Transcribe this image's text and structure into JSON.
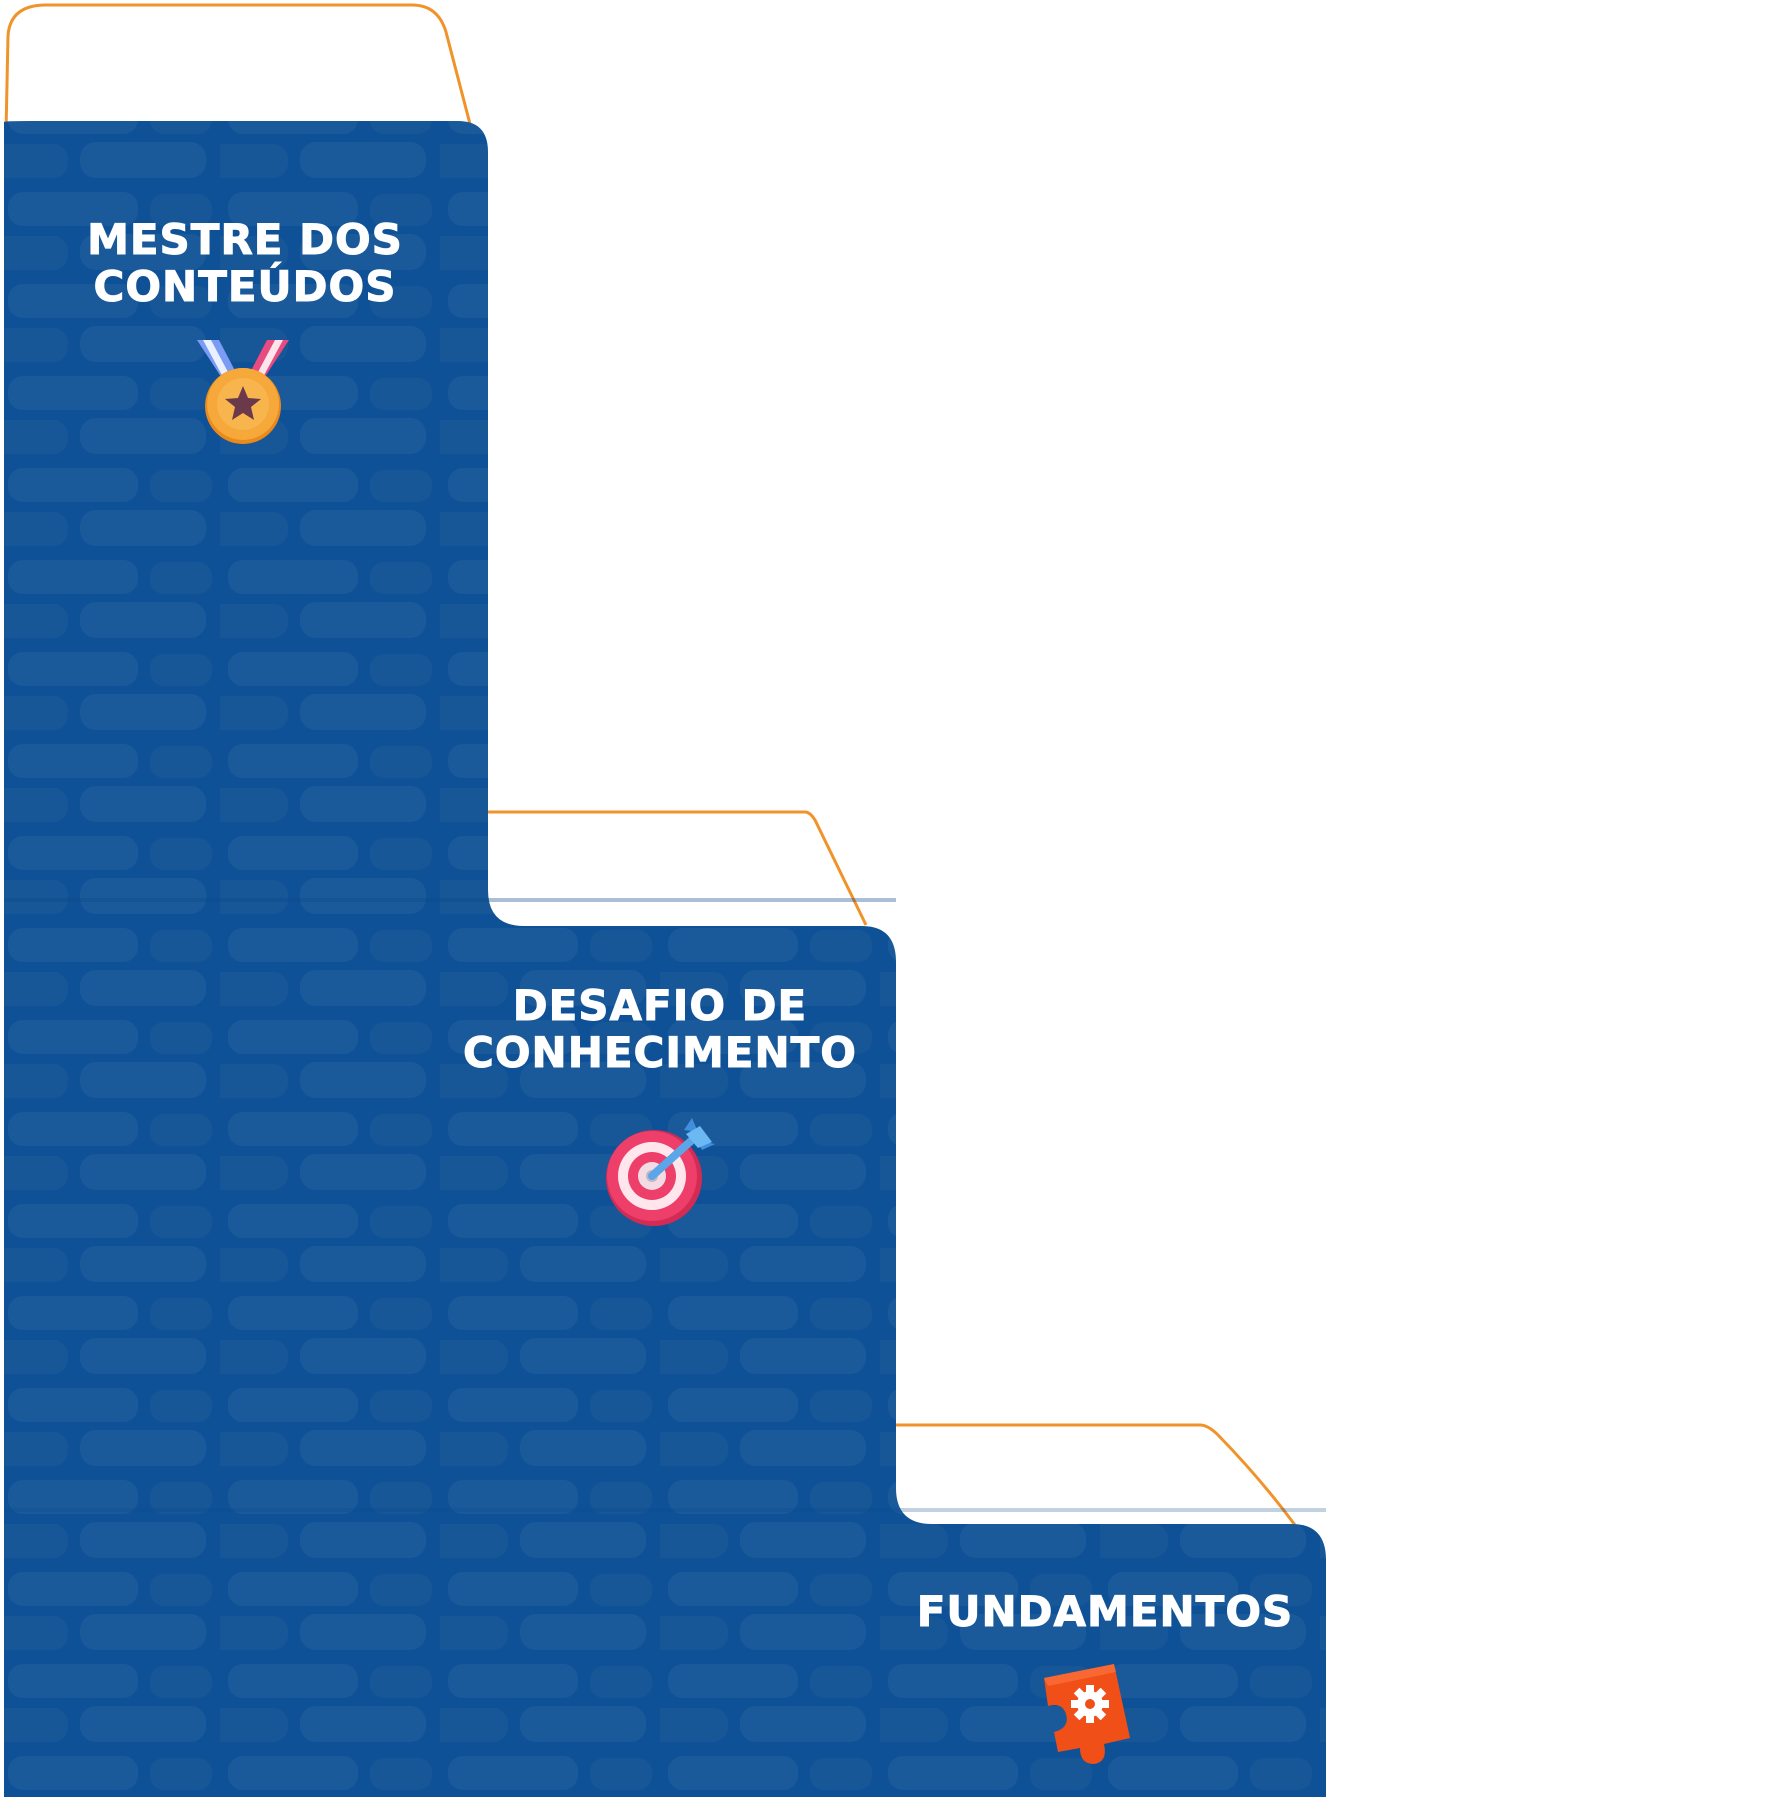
{
  "colors": {
    "block_blue": "#0f5196",
    "brick_blue": "#1a5a9b",
    "outline_orange": "#f0932b",
    "title_white": "#ffffff",
    "medal_gold": "#f6a83a",
    "target_pink": "#ee3f6b",
    "puzzle_orange": "#f04f17"
  },
  "steps": [
    {
      "title_line1": "Mestre dos",
      "title_line2": "conteúdos",
      "icon": "medal-icon"
    },
    {
      "title_line1": "Desafio de",
      "title_line2": "conhecimento",
      "icon": "target-icon"
    },
    {
      "title_line1": "Fundamentos",
      "icon": "puzzle-gear-icon"
    }
  ]
}
